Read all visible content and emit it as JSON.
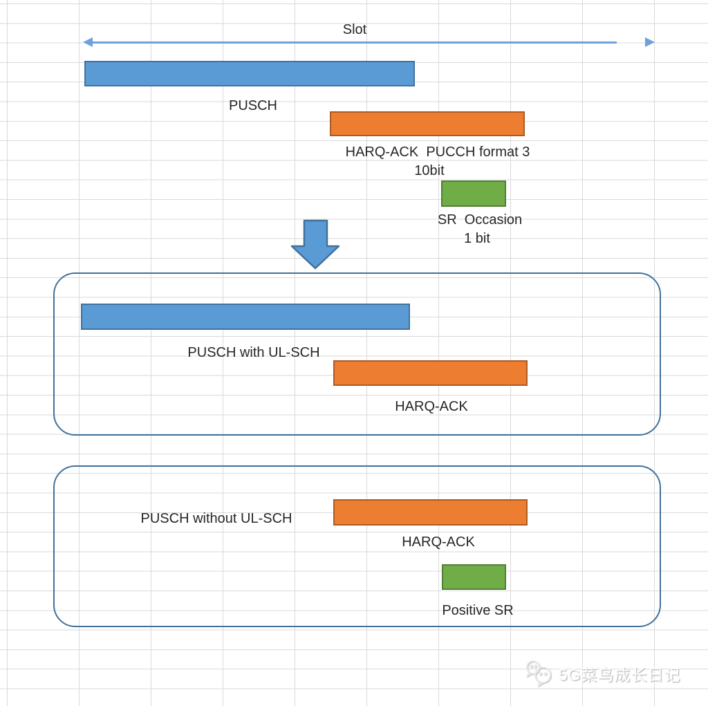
{
  "colors": {
    "blue": "#5B9BD5",
    "blue_border": "#41719C",
    "orange": "#ED7D31",
    "orange_border": "#AE5A21",
    "green": "#70AD47",
    "green_border": "#507E32",
    "box_border": "#41719C",
    "grid": "#D9D9D9",
    "arrow": "#6FA0DB"
  },
  "top_section": {
    "slot_label": "Slot",
    "pusch_label": "PUSCH",
    "harq_pucch_label_line1": "HARQ-ACK  PUCCH format 3",
    "harq_pucch_label_line2": "10bit",
    "sr_label_line1": "SR  Occasion",
    "sr_label_line2": "1 bit"
  },
  "box_with_ulsch": {
    "title": "PUSCH with UL-SCH",
    "harq_label": "HARQ-ACK"
  },
  "box_without_ulsch": {
    "title": "PUSCH without UL-SCH",
    "harq_label": "HARQ-ACK",
    "positive_sr_label": "Positive SR"
  },
  "watermark": {
    "text": "5G菜鸟成长日记",
    "icon": "wechat-icon"
  }
}
